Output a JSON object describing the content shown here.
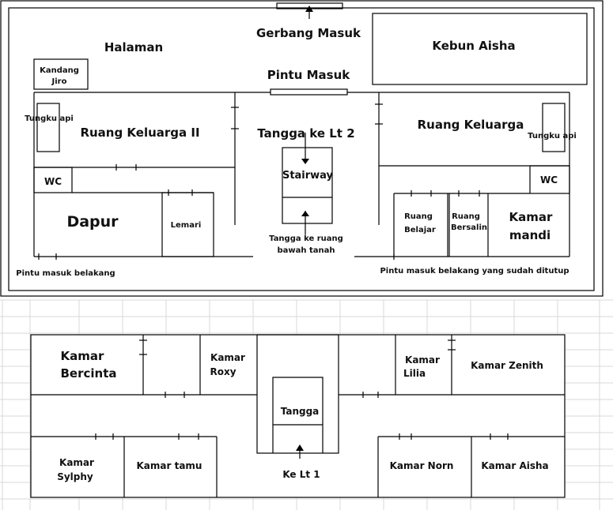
{
  "ground_floor": {
    "gate": "Gerbang Masuk",
    "yard": "Halaman",
    "garden": "Kebun Aisha",
    "kennel_line1": "Kandang",
    "kennel_line2": "Jiro",
    "main_door": "Pintu Masuk",
    "fireplace_left": "Tungku api",
    "family_room_2": "Ruang Keluarga II",
    "stairs_up": "Tangga ke Lt 2",
    "family_room": "Ruang Keluarga",
    "fireplace_right": "Tungku api",
    "stairway": "Stairway",
    "wc_left": "WC",
    "wc_right": "WC",
    "kitchen": "Dapur",
    "wardrobe": "Lemari",
    "study_line1": "Ruang",
    "study_line2": "Belajar",
    "delivery_line1": "Ruang",
    "delivery_line2": "Bersalin",
    "bath_line1": "Kamar",
    "bath_line2": "mandi",
    "basement_line1": "Tangga ke ruang",
    "basement_line2": "bawah tanah",
    "back_door": "Pintu masuk belakang",
    "back_door_closed": "Pintu masuk belakang yang sudah ditutup"
  },
  "upper_floor": {
    "bercinta_line1": "Kamar",
    "bercinta_line2": "Bercinta",
    "roxy_line1": "Kamar",
    "roxy_line2": "Roxy",
    "lilia_line1": "Kamar",
    "lilia_line2": "Lilia",
    "zenith": "Kamar Zenith",
    "stairs": "Tangga",
    "sylphy_line1": "Kamar",
    "sylphy_line2": "Sylphy",
    "guest": "Kamar tamu",
    "to_first_floor": "Ke Lt 1",
    "norn": "Kamar Norn",
    "aisha": "Kamar Aisha"
  }
}
